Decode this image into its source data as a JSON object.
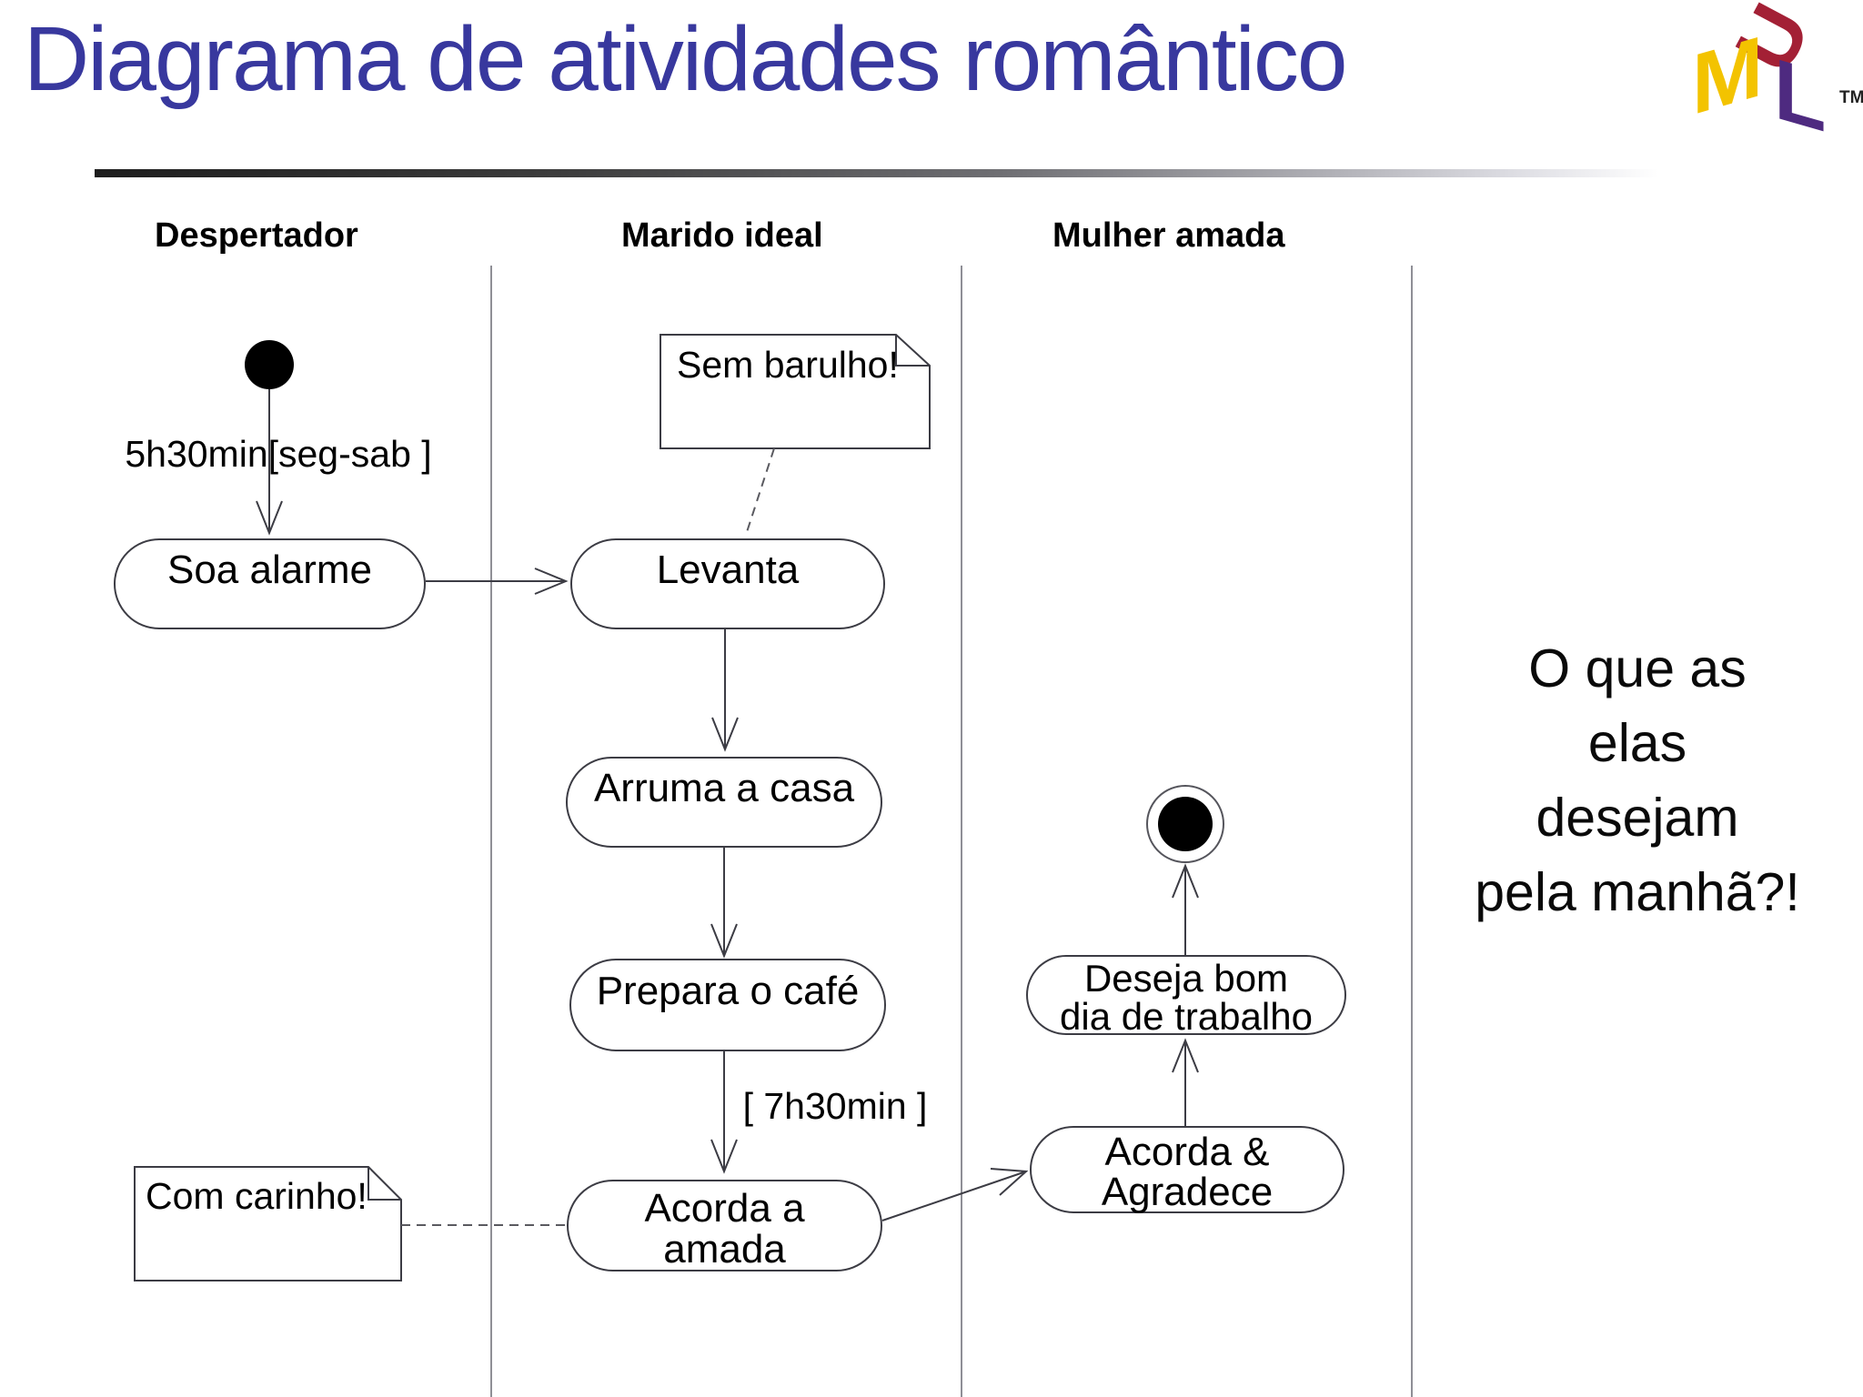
{
  "title": {
    "text": "Diagrama de atividades romântico"
  },
  "logo": {
    "u": "U",
    "m": "M",
    "l": "L",
    "tm": "TM"
  },
  "lanes": [
    {
      "label": "Despertador"
    },
    {
      "label": "Marido ideal"
    },
    {
      "label": "Mulher amada"
    }
  ],
  "guards": {
    "start": "5h30min[seg-sab ]",
    "morning": "[ 7h30min ]"
  },
  "activities": {
    "soa": "Soa alarme",
    "levanta": "Levanta",
    "arruma": "Arruma a casa",
    "prepara": "Prepara o café",
    "acorda_amada": [
      "Acorda a",
      "amada"
    ],
    "acorda_agradece": [
      "Acorda &",
      "Agradece"
    ],
    "deseja": [
      "Deseja bom",
      "dia de trabalho"
    ]
  },
  "notes": {
    "sem_barulho": "Sem barulho!",
    "com_carinho": "Com carinho!"
  },
  "side_text": {
    "lines": [
      "O que as",
      "elas",
      "desejam",
      "pela manhã?!"
    ]
  },
  "colors": {
    "title": "#38389e",
    "diagram_lines": "#3c3c44",
    "lane_lines": "#8f8f96",
    "logo_u": "#a32035",
    "logo_m": "#f3c300",
    "logo_l": "#4e2a80"
  }
}
